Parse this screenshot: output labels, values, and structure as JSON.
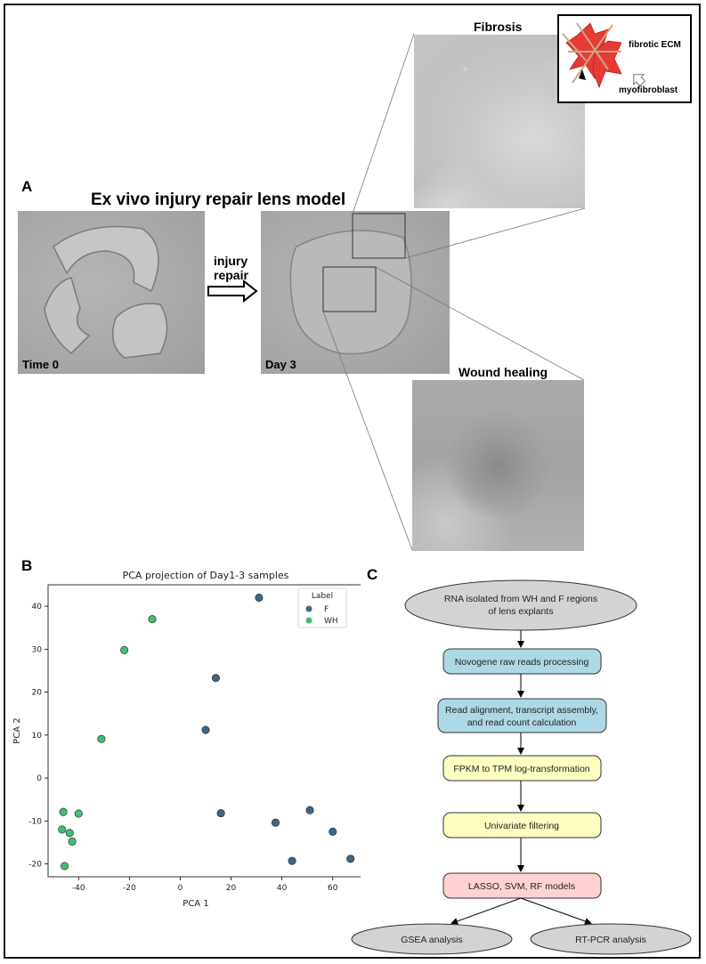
{
  "panels": {
    "a": "A",
    "b": "B",
    "c": "C"
  },
  "panel_a": {
    "title": "Ex vivo injury repair lens model",
    "time0_label": "Time 0",
    "day3_label": "Day 3",
    "arrow_label_line1": "injury",
    "arrow_label_line2": "repair",
    "fibrosis_title": "Fibrosis",
    "wound_title": "Wound healing",
    "inset_ecm": "fibrotic ECM",
    "inset_myo": "myofibroblast"
  },
  "chart_data": {
    "type": "scatter",
    "title": "PCA projection of Day1-3 samples",
    "xlabel": "PCA 1",
    "ylabel": "PCA 2",
    "xlim": [
      -52,
      72
    ],
    "ylim": [
      -23,
      45
    ],
    "xticks": [
      -40,
      -20,
      0,
      20,
      40,
      60
    ],
    "yticks": [
      -20,
      -10,
      0,
      10,
      20,
      30,
      40
    ],
    "grid": false,
    "legend_title": "Label",
    "legend_position": "top-right",
    "series": [
      {
        "name": "F",
        "color": "#3b6688",
        "points": [
          [
            31,
            42
          ],
          [
            14,
            23.3
          ],
          [
            10,
            11.2
          ],
          [
            16,
            -8.2
          ],
          [
            37.5,
            -10.4
          ],
          [
            51,
            -7.5
          ],
          [
            60,
            -12.5
          ],
          [
            44,
            -19.3
          ],
          [
            67,
            -18.8
          ]
        ]
      },
      {
        "name": "WH",
        "color": "#3fbf76",
        "points": [
          [
            -11,
            37
          ],
          [
            -22,
            29.8
          ],
          [
            -31,
            9.1
          ],
          [
            -46,
            -7.9
          ],
          [
            -40,
            -8.3
          ],
          [
            -43.5,
            -12.8
          ],
          [
            -46.5,
            -12
          ],
          [
            -42.5,
            -14.8
          ],
          [
            -45.5,
            -20.5
          ]
        ]
      }
    ]
  },
  "flowchart": {
    "start": [
      "RNA isolated from WH and F regions",
      "of lens explants"
    ],
    "steps": [
      {
        "lines": [
          "Novogene raw reads processing"
        ],
        "color": "#add8e6"
      },
      {
        "lines": [
          "Read alignment, transcript assembly,",
          "and read count calculation"
        ],
        "color": "#add8e6"
      },
      {
        "lines": [
          "FPKM to TPM log-transformation"
        ],
        "color": "#ffffc2"
      },
      {
        "lines": [
          "Univariate filtering"
        ],
        "color": "#ffffc2"
      },
      {
        "lines": [
          "LASSO, SVM, RF models"
        ],
        "color": "#ffd1d1"
      }
    ],
    "end_left": "GSEA analysis",
    "end_right": "RT-PCR analysis"
  }
}
